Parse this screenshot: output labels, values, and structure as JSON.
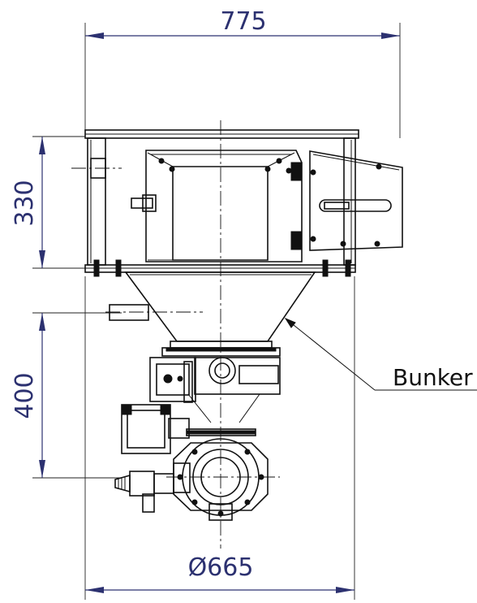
{
  "dimensions": {
    "top_width": "775",
    "frame_height": "330",
    "lower_height": "400",
    "bottom_diameter": "Ø665"
  },
  "labels": {
    "bunker": "Bunker"
  }
}
